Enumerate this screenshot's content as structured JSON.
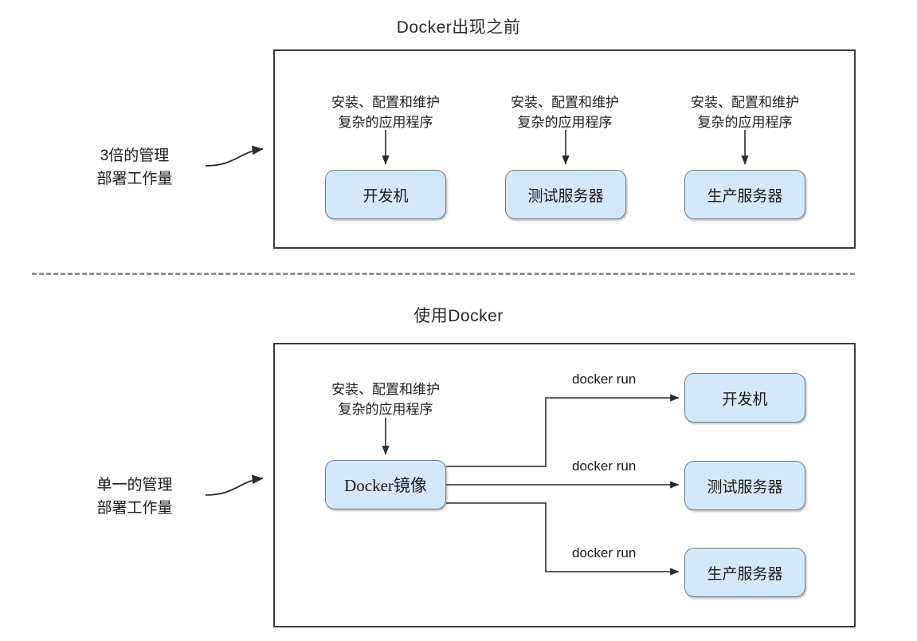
{
  "figure": {
    "sections": [
      {
        "id": "before",
        "title": "Docker出现之前",
        "annotation_line1": "3倍的管理",
        "annotation_line2": "部署工作量",
        "captions": [
          {
            "line1": "安装、配置和维护",
            "line2": "复杂的应用程序"
          },
          {
            "line1": "安装、配置和维护",
            "line2": "复杂的应用程序"
          },
          {
            "line1": "安装、配置和维护",
            "line2": "复杂的应用程序"
          }
        ],
        "nodes": [
          {
            "label": "开发机"
          },
          {
            "label": "测试服务器"
          },
          {
            "label": "生产服务器"
          }
        ]
      },
      {
        "id": "after",
        "title": "使用Docker",
        "annotation_line1": "单一的管理",
        "annotation_line2": "部署工作量",
        "captions": [
          {
            "line1": "安装、配置和维护",
            "line2": "复杂的应用程序"
          }
        ],
        "source_node": {
          "label": "Docker镜像"
        },
        "edge_labels": [
          "docker run",
          "docker run",
          "docker run"
        ],
        "nodes": [
          {
            "label": "开发机"
          },
          {
            "label": "测试服务器"
          },
          {
            "label": "生产服务器"
          }
        ]
      }
    ],
    "colors": {
      "node_fill": "#d4e8fa",
      "node_stroke": "#6f7b87",
      "panel_stroke": "#3a3a3a",
      "divider": "#8d8d8d",
      "connector": "#2b2b2b",
      "text": "#1a1a1a"
    }
  }
}
